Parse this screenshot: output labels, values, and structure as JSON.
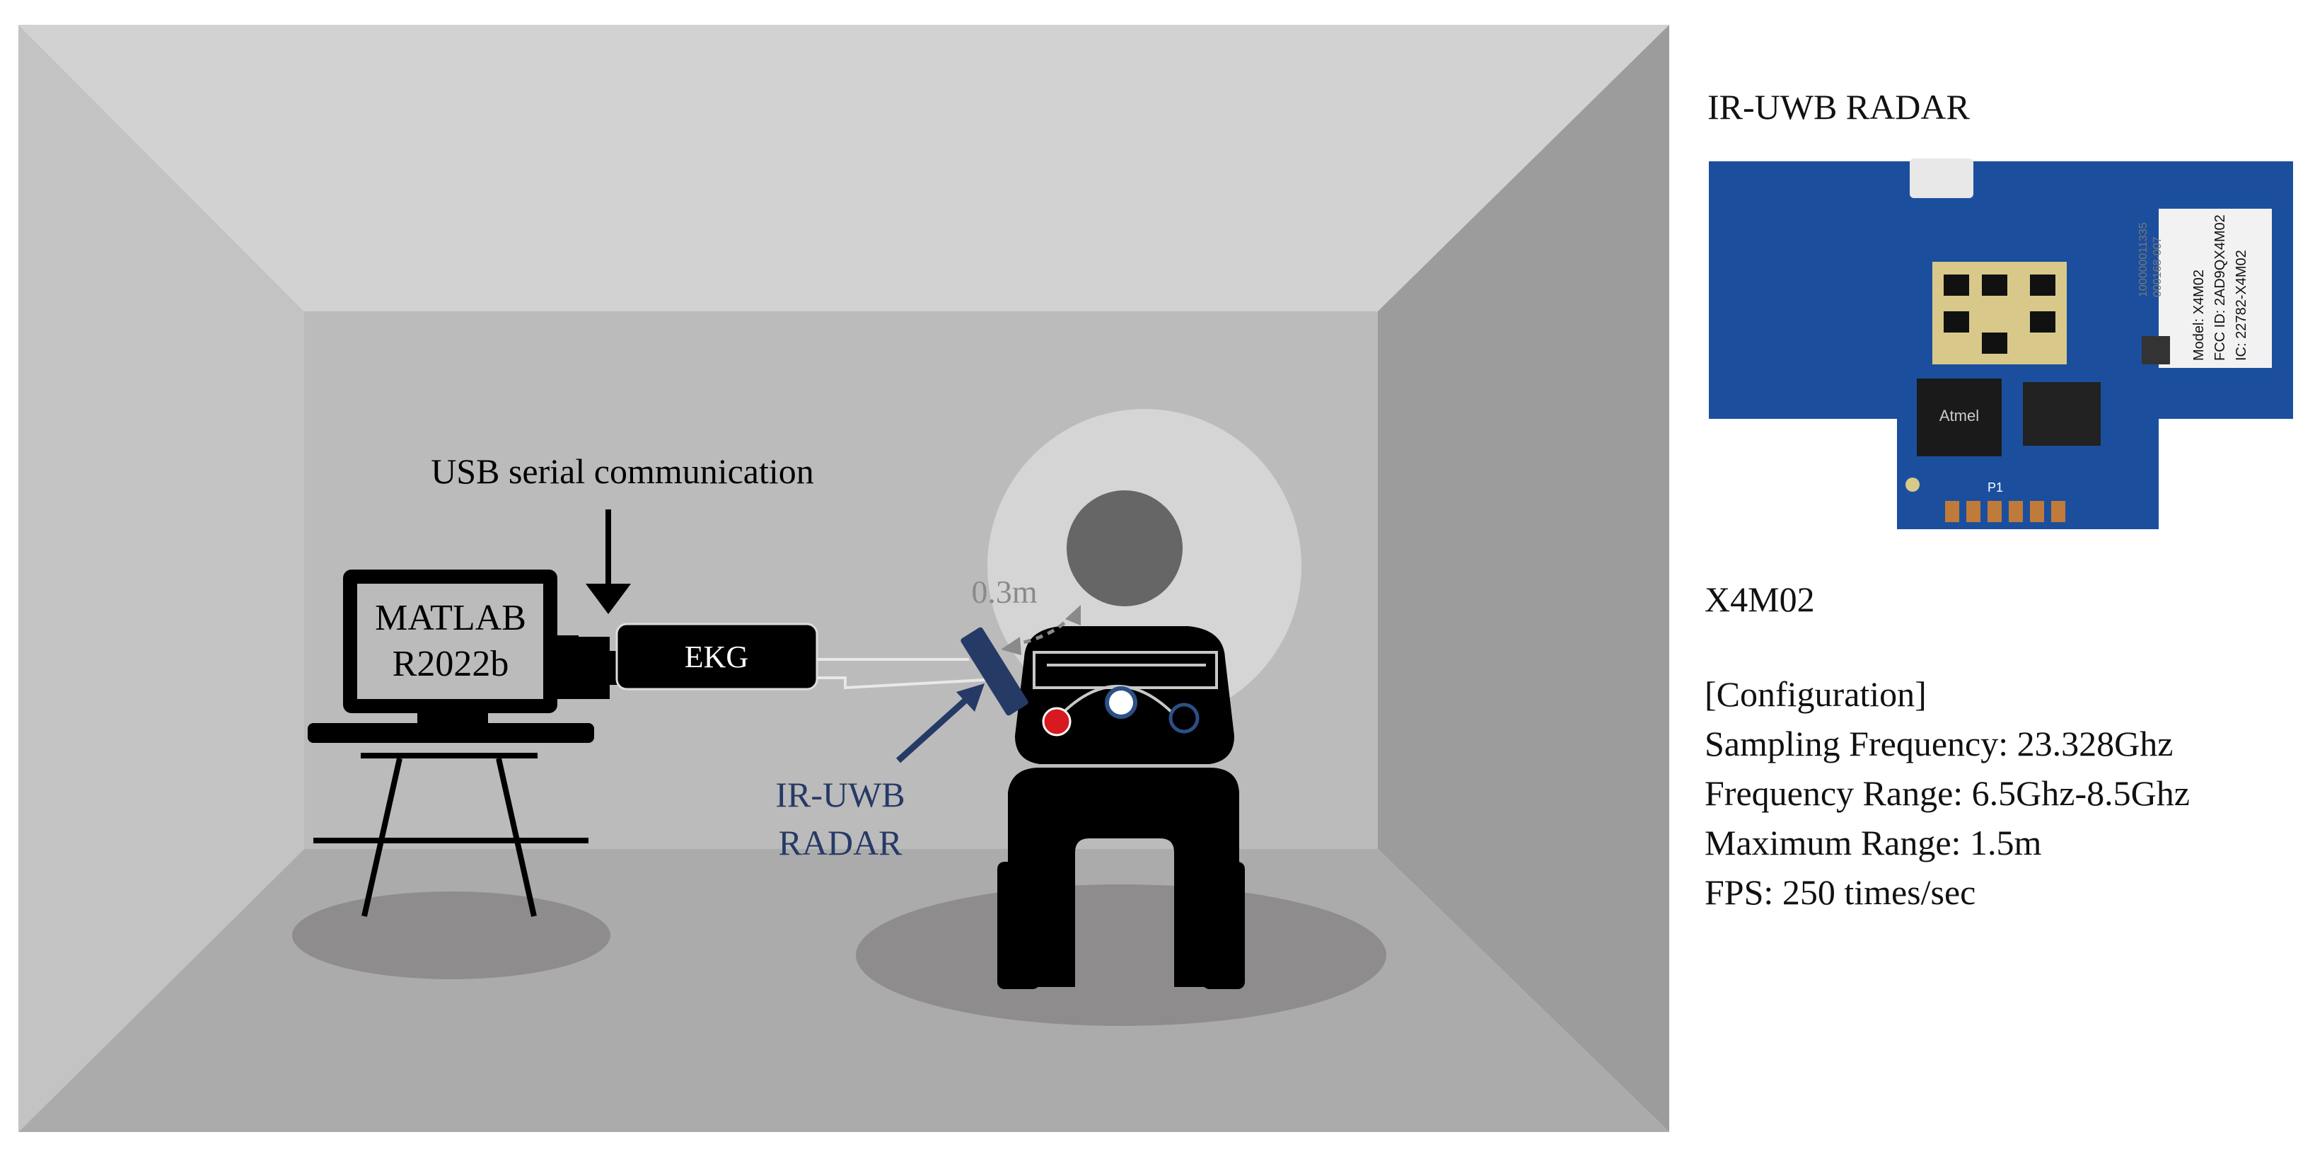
{
  "room": {
    "usb_label": "USB serial communication",
    "laptop_line1": "MATLAB",
    "laptop_line2": "R2022b",
    "ekg_label": "EKG",
    "distance_label": "0.3m",
    "radar_label_line1": "IR-UWB",
    "radar_label_line2": "RADAR"
  },
  "panel": {
    "title": "IR-UWB RADAR",
    "board_label_lines": [
      "Model: X4M02",
      "FCC ID: 2AD9QX4M02",
      "IC: 22782-X4M02"
    ],
    "board_serial_lines": [
      "100000011335",
      "000168-007"
    ],
    "chip_label": "Atmel",
    "connector_label": "P1",
    "model": "X4M02",
    "config_heading": "[Configuration]",
    "config_lines": [
      "Sampling Frequency: 23.328Ghz",
      "Frequency Range: 6.5Ghz-8.5Ghz",
      "Maximum Range: 1.5m",
      "FPS: 250 times/sec"
    ]
  },
  "colors": {
    "radar_blue": "#263a66",
    "annotation_gray": "#8a8a8a",
    "pcb_blue": "#1b4f9e",
    "red_marker": "#d71920",
    "blue_marker": "#2c4f86"
  }
}
